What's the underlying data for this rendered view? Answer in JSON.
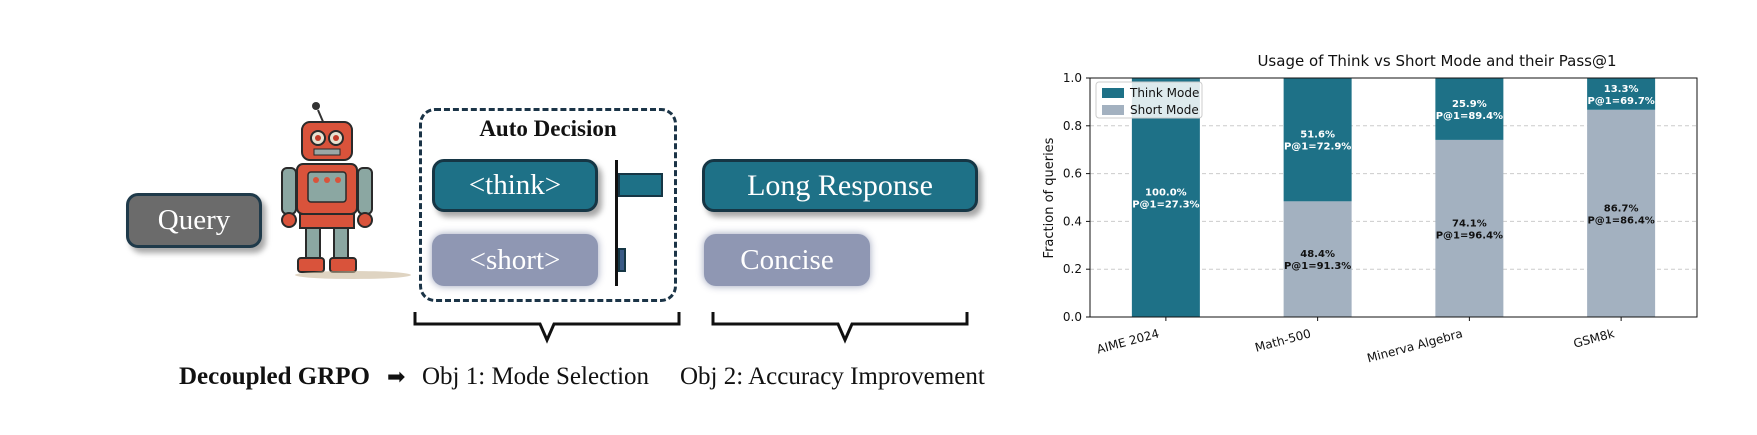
{
  "diagram": {
    "query_label": "Query",
    "auto_decision_title": "Auto Decision",
    "think_label": "<think>",
    "short_label": "<short>",
    "long_response_label": "Long Response",
    "concise_label": "Concise",
    "method_label": "Decoupled GRPO",
    "arrow_glyph": "➡",
    "obj1_label": "Obj 1: Mode Selection",
    "obj2_label": "Obj 2: Accuracy Improvement",
    "colors": {
      "think": "#1e7187",
      "short": "#8f97b3",
      "query": "#6b6b6b",
      "frame": "#1b3447"
    }
  },
  "chart_data": {
    "type": "bar",
    "stacked": true,
    "title": "Usage of Think vs Short Mode and their Pass@1",
    "xlabel": "",
    "ylabel": "Fraction of queries",
    "ylim": [
      0,
      1.0
    ],
    "yticks": [
      "0.0",
      "0.2",
      "0.4",
      "0.6",
      "0.8",
      "1.0"
    ],
    "grid": true,
    "legend_position": "top-left",
    "categories": [
      "AIME 2024",
      "Math-500",
      "Minerva Algebra",
      "GSM8k"
    ],
    "series": [
      {
        "name": "Short Mode",
        "color": "#a3b1c0",
        "values": [
          0.0,
          0.484,
          0.741,
          0.867
        ],
        "labels": [
          "",
          "48.4%",
          "74.1%",
          "86.7%"
        ],
        "pass_labels": [
          "",
          "P@1=91.3%",
          "P@1=96.4%",
          "P@1=86.4%"
        ]
      },
      {
        "name": "Think Mode",
        "color": "#1e7187",
        "values": [
          1.0,
          0.516,
          0.259,
          0.133
        ],
        "labels": [
          "100.0%",
          "51.6%",
          "25.9%",
          "13.3%"
        ],
        "pass_labels": [
          "P@1=27.3%",
          "P@1=72.9%",
          "P@1=89.4%",
          "P@1=69.7%"
        ]
      }
    ]
  }
}
